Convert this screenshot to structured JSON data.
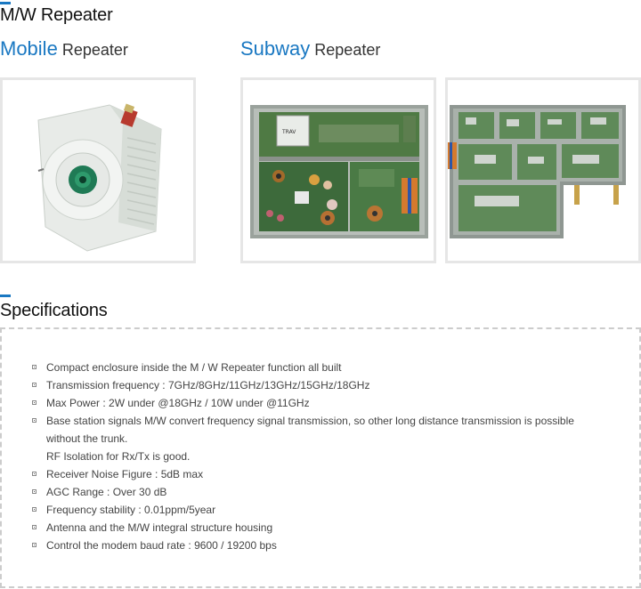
{
  "header": {
    "title": "M/W Repeater"
  },
  "products": {
    "mobile": {
      "highlight": "Mobile",
      "rest": " Repeater"
    },
    "subway": {
      "highlight": "Subway",
      "rest": " Repeater"
    }
  },
  "images": [
    {
      "name": "mobile-repeater-photo"
    },
    {
      "name": "subway-repeater-board-photo-1"
    },
    {
      "name": "subway-repeater-board-photo-2"
    }
  ],
  "specifications": {
    "title": "Specifications",
    "items": [
      "Compact enclosure inside the M / W Repeater function all built",
      "Transmission frequency : 7GHz/8GHz/11GHz/13GHz/15GHz/18GHz",
      "Max Power : 2W under @18GHz / 10W under @11GHz",
      "Base station signals M/W convert frequency signal transmission, so other long distance transmission is possible",
      "without the trunk.",
      "RF Isolation for Rx/Tx is good.",
      "Receiver Noise Figure : 5dB max",
      "AGC Range : Over 30 dB",
      "Frequency stability : 0.01ppm/5year",
      "Antenna and the M/W integral structure housing",
      "Control the modem baud rate : 9600 / 19200 bps"
    ]
  },
  "colors": {
    "accent": "#1a78c2",
    "frame_border": "#e6e6e6",
    "dash_border": "#cccccc"
  }
}
